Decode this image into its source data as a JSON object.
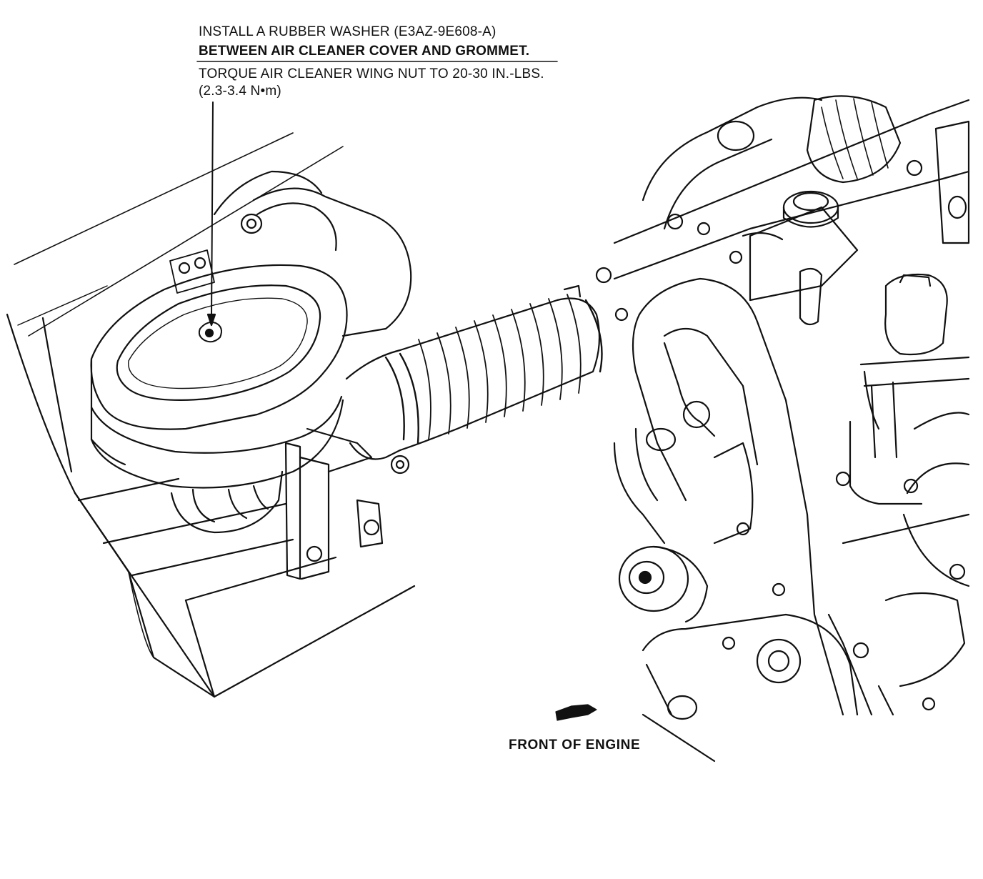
{
  "callout": {
    "line1": "INSTALL A RUBBER WASHER (E3AZ-9E608-A)",
    "line2": "BETWEEN AIR CLEANER COVER AND GROMMET.",
    "line3": "TORQUE AIR CLEANER WING NUT TO 20-30 IN.-LBS.",
    "line4": "(2.3-3.4 N•m)"
  },
  "front_label": "FRONT OF ENGINE",
  "colors": {
    "ink": "#111111",
    "paper": "#ffffff"
  }
}
